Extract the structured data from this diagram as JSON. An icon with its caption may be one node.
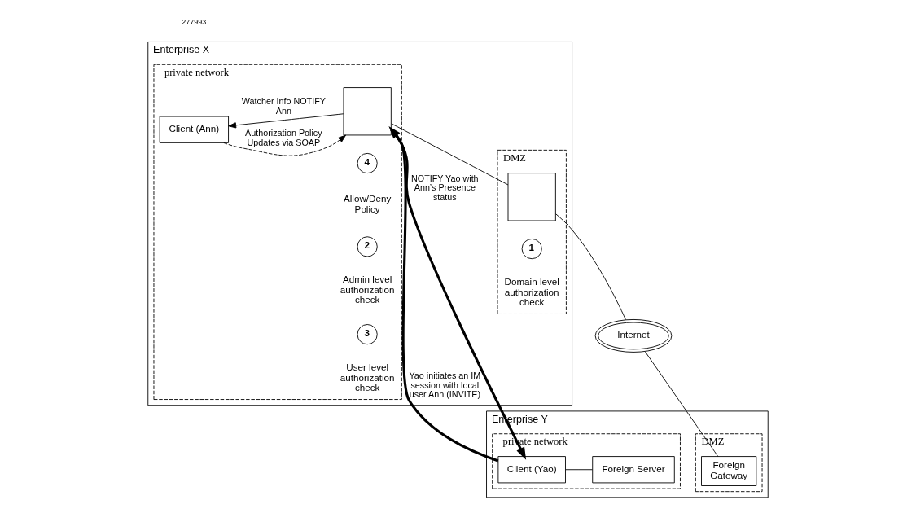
{
  "diagram": {
    "nodes": [
      {
        "text": [
          "Enterprise X"
        ]
      },
      {
        "text": [
          "private network"
        ],
        "in": 0
      },
      {
        "text": [
          "DMZ"
        ],
        "in": 0
      },
      {
        "text": [
          "Enterprise Y"
        ]
      },
      {
        "text": [
          "DMZ"
        ],
        "in": 3
      },
      {
        "text": [
          "private network"
        ],
        "in": 3
      },
      {
        "text": [
          "Client (Ann)"
        ],
        "in": 1
      },
      {
        "text": [],
        "shape": "box",
        "in": 1
      },
      {
        "text": [],
        "shape": "box",
        "in": 2
      },
      {
        "text": [
          "Internet"
        ]
      },
      {
        "text": [
          "Foreign Gateway"
        ],
        "in": 4
      },
      {
        "text": [
          "Foreign Server"
        ],
        "in": 5
      },
      {
        "text": [
          "Client (Yao)"
        ],
        "in": 5
      },
      {
        "text": [
          "4"
        ],
        "beside": [
          "Allow/Deny Policy"
        ],
        "in": 1
      },
      {
        "text": [
          "2"
        ],
        "beside": [
          "Admin level authorization check"
        ],
        "in": 1
      },
      {
        "text": [
          "3"
        ],
        "beside": [
          "User level authorization check"
        ],
        "in": 1
      },
      {
        "text": [
          "1"
        ],
        "beside": [
          "Domain level authorization check"
        ],
        "in": 2
      }
    ],
    "edges": [
      {
        "from": 7,
        "to": 6,
        "arrow": "to",
        "label": "Watcher Info NOTIFY Ann"
      },
      {
        "from": 6,
        "to": 7,
        "arrow": "to",
        "label": "Authorization Policy Updates via SOAP",
        "style": "dashed"
      },
      {
        "from": 7,
        "to": 12,
        "arrow": "to",
        "label": "NOTIFY Yao with Ann’s Presence status",
        "style": "thick"
      },
      {
        "from": 12,
        "to": 7,
        "arrow": "to",
        "label": "Yao initiates an IM session with local user Ann (INVITE)",
        "style": "thick"
      },
      {
        "from": 7,
        "to": 8,
        "arrow": "none"
      },
      {
        "from": 8,
        "to": 9,
        "arrow": "none"
      },
      {
        "from": 9,
        "to": 10,
        "arrow": "none"
      },
      {
        "from": 12,
        "to": 11,
        "arrow": "none"
      }
    ],
    "labels": [
      "277993"
    ]
  }
}
